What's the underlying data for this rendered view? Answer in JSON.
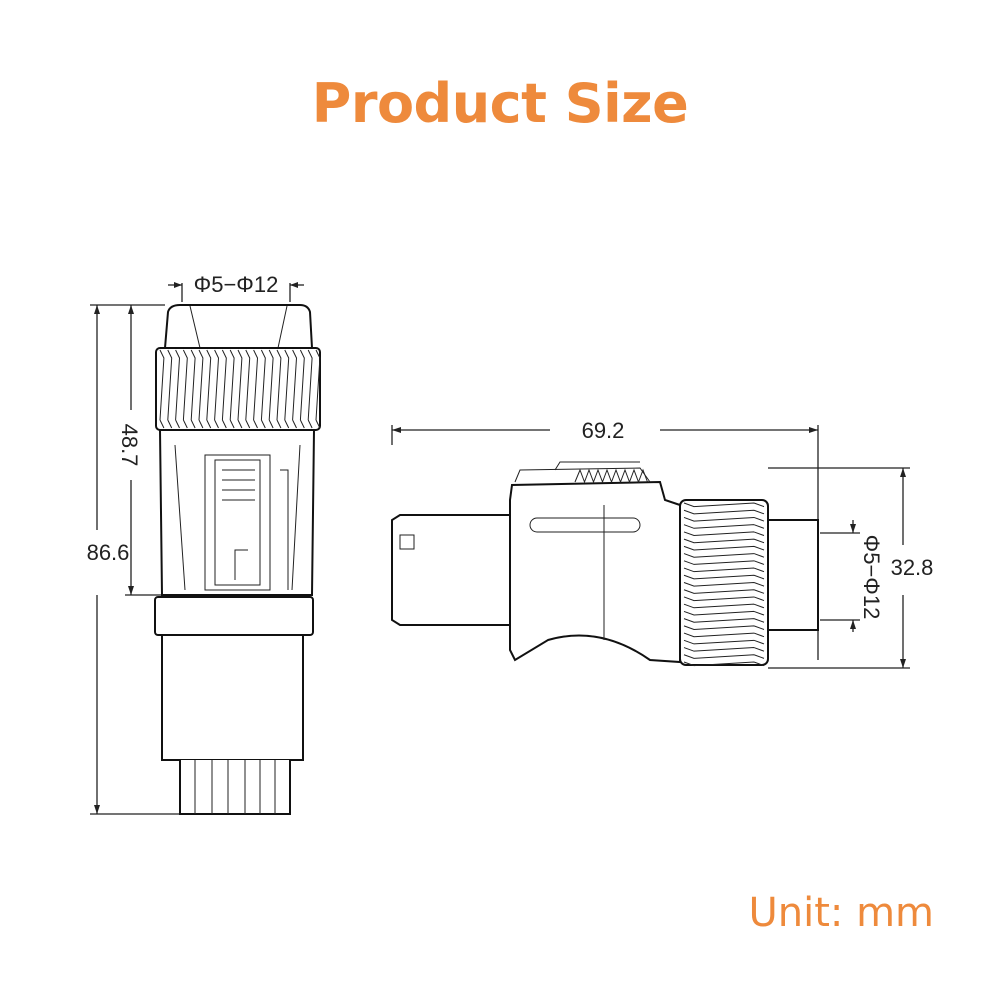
{
  "title": "Product Size",
  "unit_label": "Unit: mm",
  "accent_color": "#ee8a3c",
  "front_view": {
    "top_diameter": "Φ5−Φ12",
    "body_height": "48.7",
    "total_height": "86.6"
  },
  "side_view": {
    "total_length": "69.2",
    "cable_diameter": "Φ5−Φ12",
    "outer_diameter": "32.8"
  }
}
